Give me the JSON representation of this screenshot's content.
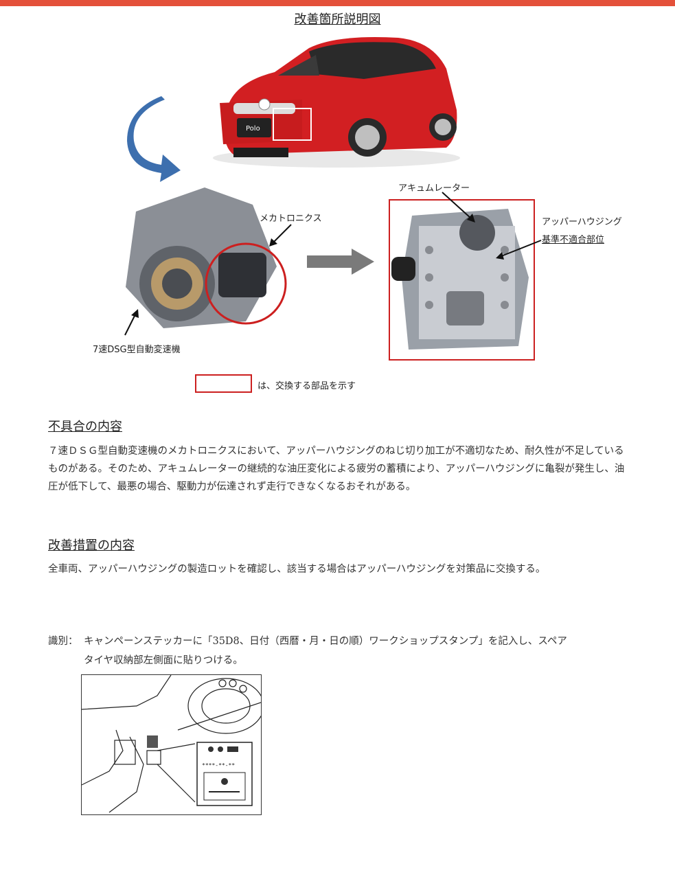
{
  "title": "改善箇所説明図",
  "labels": {
    "accumulator": "アキュムレーター",
    "mechatronics": "メカトロニクス",
    "upper_housing": "アッパーハウジング",
    "nonconforming": "基準不適合部位",
    "transmission": "7速DSG型自動変速機",
    "legend_text": "は、交換する部品を示す",
    "car_badge": "Polo"
  },
  "defect": {
    "heading": "不具合の内容",
    "body": "７速ＤＳＧ型自動変速機のメカトロニクスにおいて、アッパーハウジングのねじ切り加工が不適切なため、耐久性が不足しているものがある。そのため、アキュムレーターの継続的な油圧変化による疲労の蓄積により、アッパーハウジングに亀裂が発生し、油圧が低下して、最悪の場合、駆動力が伝達されず走行できなくなるおそれがある。"
  },
  "remedy": {
    "heading": "改善措置の内容",
    "body": "全車両、アッパーハウジングの製造ロットを確認し、該当する場合はアッパーハウジングを対策品に交換する。"
  },
  "identification": {
    "label": "識別：",
    "line1": "キャンペーンステッカーに「35D8、日付（西暦・月・日の順）ワークショップスタンプ」を記入し、スペア",
    "line2": "タイヤ収納部左側面に貼りつける。",
    "sticker_code": "****-**-**"
  },
  "colors": {
    "accent_red": "#cc1f1f",
    "top_bar": "#e4513a",
    "arrow_blue": "#3d6fae",
    "arrow_gray": "#7a7a7a",
    "car_red": "#d21f22"
  }
}
